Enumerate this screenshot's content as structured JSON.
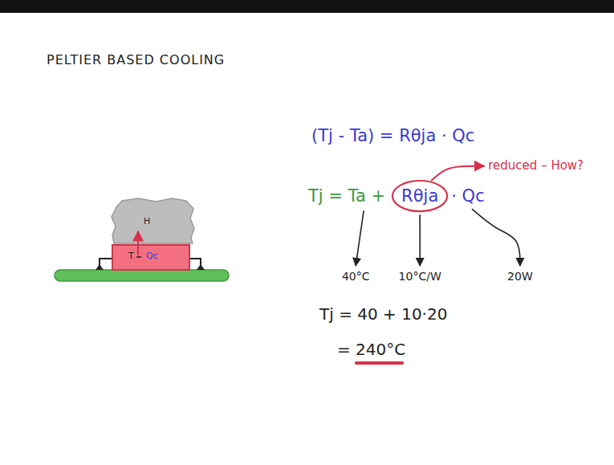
{
  "diagram": {
    "title": "PELTIER BASED COOLING",
    "nodes": [
      {
        "text": [
          "Rθja"
        ]
      }
    ],
    "labels": [
      "H",
      "T",
      "Qc",
      "(Tj - Ta) = Rθja · Qc",
      "reduced – How?",
      "Tj = Ta +",
      "· Qc",
      "40°C",
      "10°C/W",
      "20W",
      "Tj = 40 + 10·20",
      "= 240°C"
    ]
  }
}
